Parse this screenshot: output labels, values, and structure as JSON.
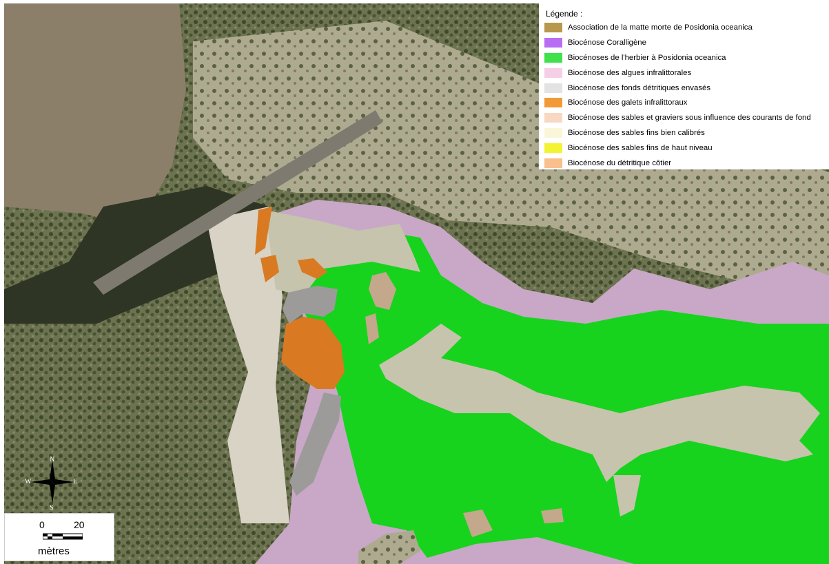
{
  "legend": {
    "title": "Légende :",
    "items": [
      {
        "label": "Association de la matte morte de Posidonia oceanica",
        "color": "#b7984d"
      },
      {
        "label": "Biocénose Coralligène",
        "color": "#b86ef2"
      },
      {
        "label": "Biocénoses de l'herbier à Posidonia oceanica",
        "color": "#3fe24a"
      },
      {
        "label": "Biocénose des algues infralittorales",
        "color": "#f6cfe6"
      },
      {
        "label": "Biocénose des fonds détritiques envasés",
        "color": "#e3e3e3"
      },
      {
        "label": "Biocénose des galets infralittoraux",
        "color": "#f39a38"
      },
      {
        "label": "Biocénose des sables et graviers sous influence des courants de fond",
        "color": "#f8d8c2"
      },
      {
        "label": "Biocénose des sables fins bien calibrés",
        "color": "#fbf6d7"
      },
      {
        "label": "Biocénose des sables fins de haut niveau",
        "color": "#f4f331"
      },
      {
        "label": "Biocénose du détritique côtier",
        "color": "#f9c08e"
      }
    ]
  },
  "north_arrow": {
    "n": "N",
    "s": "S",
    "e": "E",
    "w": "W"
  },
  "scale": {
    "zero": "0",
    "max": "20",
    "unit": "mètres"
  },
  "colors": {
    "land_dark": "#55603f",
    "land_light": "#a9a98e",
    "herbier": "#17d31d",
    "algues": "#c8a8c6",
    "fonds_envases": "#c6c4ac",
    "galets": "#d97a22",
    "matte_morte": "#c4a88c",
    "jetty": "#9c9b99"
  }
}
